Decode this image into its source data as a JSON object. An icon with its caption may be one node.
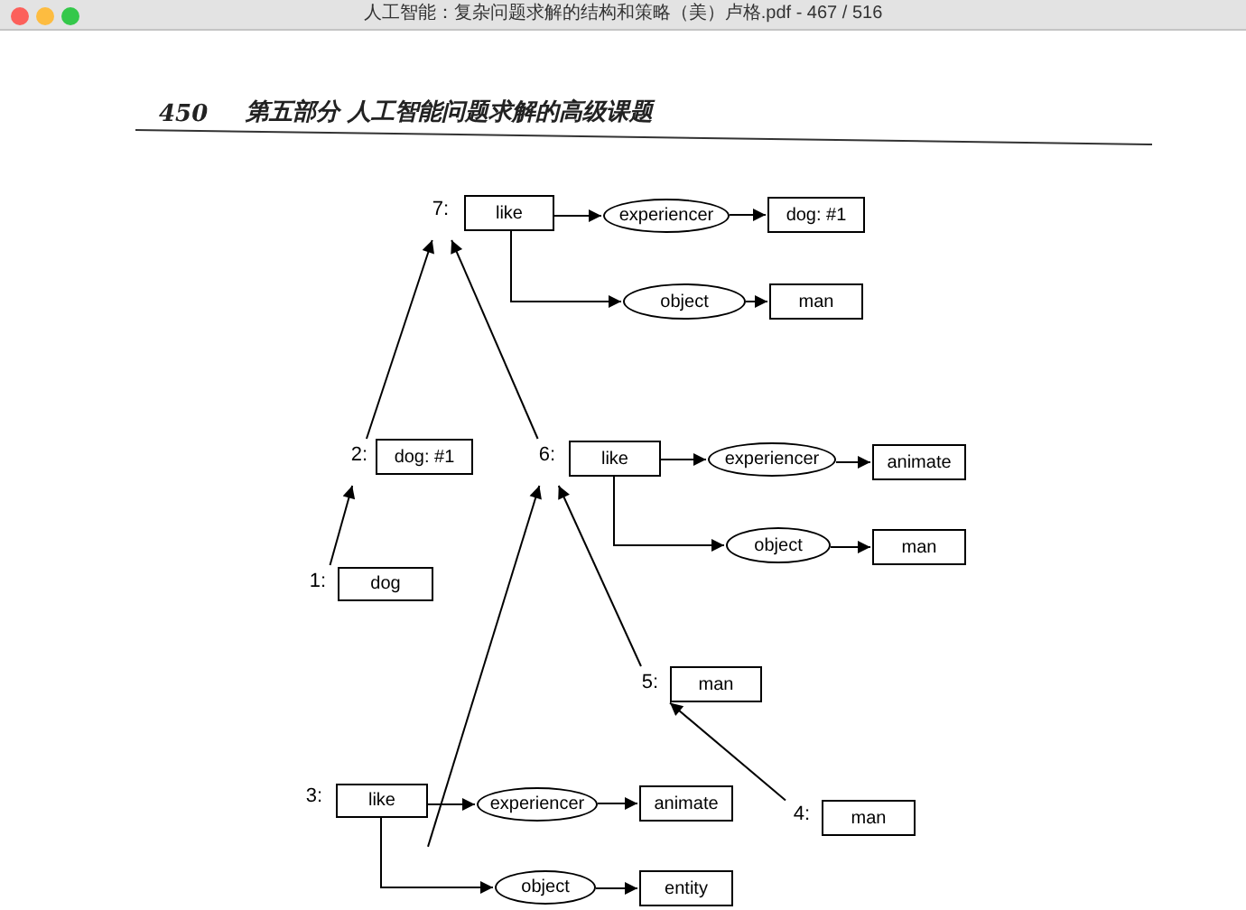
{
  "diagram": {
    "nodes": [
      {
        "text": [
          "7:"
        ]
      },
      {
        "text": [
          "like"
        ]
      },
      {
        "text": [
          "experiencer"
        ]
      },
      {
        "text": [
          "dog: #1"
        ]
      },
      {
        "text": [
          "object"
        ]
      },
      {
        "text": [
          "man"
        ]
      },
      {
        "text": [
          "2:"
        ]
      },
      {
        "text": [
          "dog: #1"
        ]
      },
      {
        "text": [
          "6:"
        ]
      },
      {
        "text": [
          "like"
        ]
      },
      {
        "text": [
          "experiencer"
        ]
      },
      {
        "text": [
          "animate"
        ]
      },
      {
        "text": [
          "object"
        ]
      },
      {
        "text": [
          "man"
        ]
      },
      {
        "text": [
          "1:"
        ]
      },
      {
        "text": [
          "dog"
        ]
      },
      {
        "text": [
          "5:"
        ]
      },
      {
        "text": [
          "man"
        ]
      },
      {
        "text": [
          "3:"
        ]
      },
      {
        "text": [
          "like"
        ]
      },
      {
        "text": [
          "experiencer"
        ]
      },
      {
        "text": [
          "animate"
        ]
      },
      {
        "text": [
          "4:"
        ]
      },
      {
        "text": [
          "man"
        ]
      },
      {
        "text": [
          "object"
        ]
      },
      {
        "text": [
          "entity"
        ]
      }
    ],
    "edges": [
      {
        "from": 1,
        "to": 2,
        "arrow": "to"
      },
      {
        "from": 2,
        "to": 3,
        "arrow": "to"
      },
      {
        "from": 1,
        "to": 4,
        "arrow": "to"
      },
      {
        "from": 4,
        "to": 5,
        "arrow": "to"
      },
      {
        "from": 9,
        "to": 10,
        "arrow": "to"
      },
      {
        "from": 10,
        "to": 11,
        "arrow": "to"
      },
      {
        "from": 9,
        "to": 12,
        "arrow": "to"
      },
      {
        "from": 12,
        "to": 13,
        "arrow": "to"
      },
      {
        "from": 19,
        "to": 20,
        "arrow": "to"
      },
      {
        "from": 20,
        "to": 21,
        "arrow": "to"
      },
      {
        "from": 19,
        "to": 24,
        "arrow": "to"
      },
      {
        "from": 24,
        "to": 25,
        "arrow": "to"
      },
      {
        "from": 14,
        "to": 6,
        "arrow": "to"
      },
      {
        "from": 6,
        "to": 0,
        "arrow": "to"
      },
      {
        "from": 8,
        "to": 0,
        "arrow": "to"
      },
      {
        "from": 19,
        "to": 8,
        "arrow": "to"
      },
      {
        "from": 16,
        "to": 8,
        "arrow": "to"
      },
      {
        "from": 22,
        "to": 16,
        "arrow": "to"
      }
    ],
    "labels": [
      "人工智能：复杂问题求解的结构和策略（美）卢格.pdf - 467 / 516",
      "450",
      "第五部分 人工智能问题求解的高级课题"
    ]
  }
}
